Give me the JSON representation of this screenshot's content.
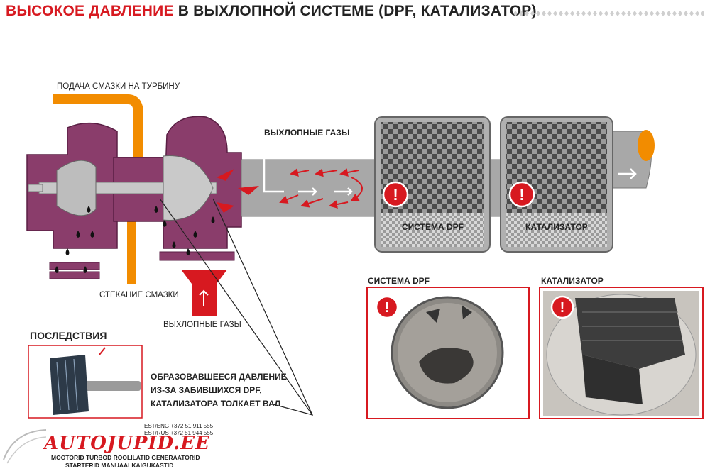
{
  "title": {
    "red": "ВЫСОКОЕ ДАВЛЕНИЕ",
    "dark": "В ВЫХЛОПНОЙ СИСТЕМЕ (DPF, КАТАЛИЗАТОР)"
  },
  "labels": {
    "oil_supply": "ПОДАЧА СМАЗКИ НА ТУРБИНУ",
    "oil_drain": "СТЕКАНИЕ СМАЗКИ",
    "exhaust_top": "ВЫХЛОПНЫЕ ГАЗЫ",
    "exhaust_bottom": "ВЫХЛОПНЫЕ ГАЗЫ",
    "dpf_box": "СИСТЕМА DPF",
    "cat_box": "КАТАЛИЗАТОР",
    "dpf_photo": "СИСТЕМА DPF",
    "cat_photo": "КАТАЛИЗАТОР",
    "consequences": "ПОСЛЕДСТВИЯ",
    "pressure_line1": "ОБРАЗОВАВШЕЕСЯ ДАВЛЕНИЕ",
    "pressure_line2": "ИЗ-ЗА ЗАБИВШИХСЯ DPF,",
    "pressure_line3": "КАТАЛИЗАТОРА ТОЛКАЕТ ВАЛ"
  },
  "contacts": {
    "line1": "EST/ENG  +372 51 911 555",
    "line2": "EST/RUS  +372 51 944 555"
  },
  "logo": {
    "name": "AUTOJUPID.EE",
    "tagline1": "MOOTORID TURBOD ROOLILATID GENERAATORID",
    "tagline2": "STARTERID MANUAALKÄIGUKASTID"
  },
  "alert_symbol": "!",
  "colors": {
    "accent_red": "#d71920",
    "purple": "#8a3d6b",
    "orange": "#f28c00",
    "grey_pipe": "#a8a8a8"
  }
}
